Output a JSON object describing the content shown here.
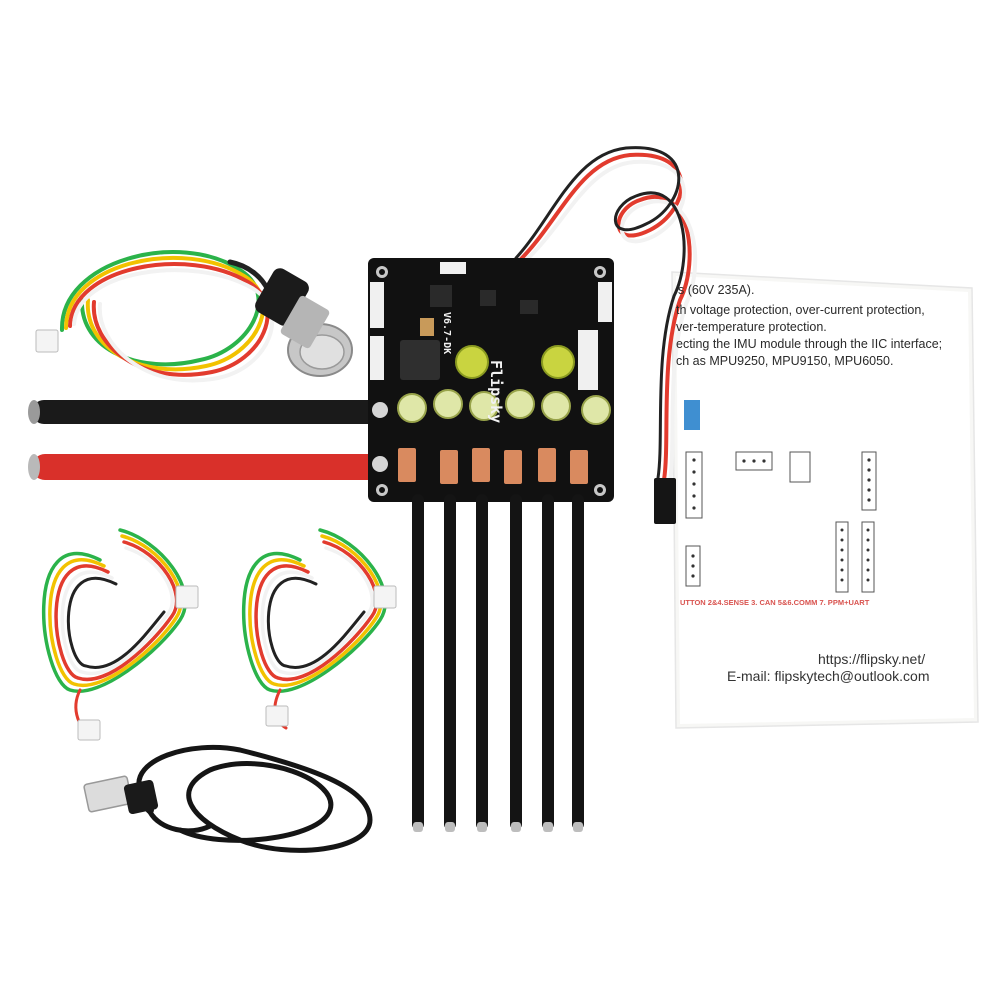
{
  "product": {
    "brand_silkscreen": "Flipsky",
    "version_silkscreen": "V6.7-DK"
  },
  "instruction_sheet": {
    "lines": [
      "s (60V 235A).",
      "th voltage protection, over-current protection,",
      "ver-temperature protection.",
      "ecting the IMU module through the IIC interface;",
      "ch as MPU9250, MPU9150, MPU6050."
    ],
    "port_legend": "UTTON  2&4.SENSE  3. CAN  5&6.COMM  7. PPM+UART",
    "website": "https://flipsky.net/",
    "email": "E-mail: flipskytech@outlook.com"
  },
  "colors": {
    "background": "#ffffff",
    "pcb": "#111111",
    "power_negative": "#1a1a1a",
    "power_positive": "#d9302a",
    "wire_red": "#e23b2e",
    "wire_white": "#f2f2f2",
    "wire_black": "#222222",
    "wire_yellow": "#f2c200",
    "wire_green": "#2bb34a",
    "copper": "#d98a5f",
    "capacitor": "#c9d440"
  }
}
